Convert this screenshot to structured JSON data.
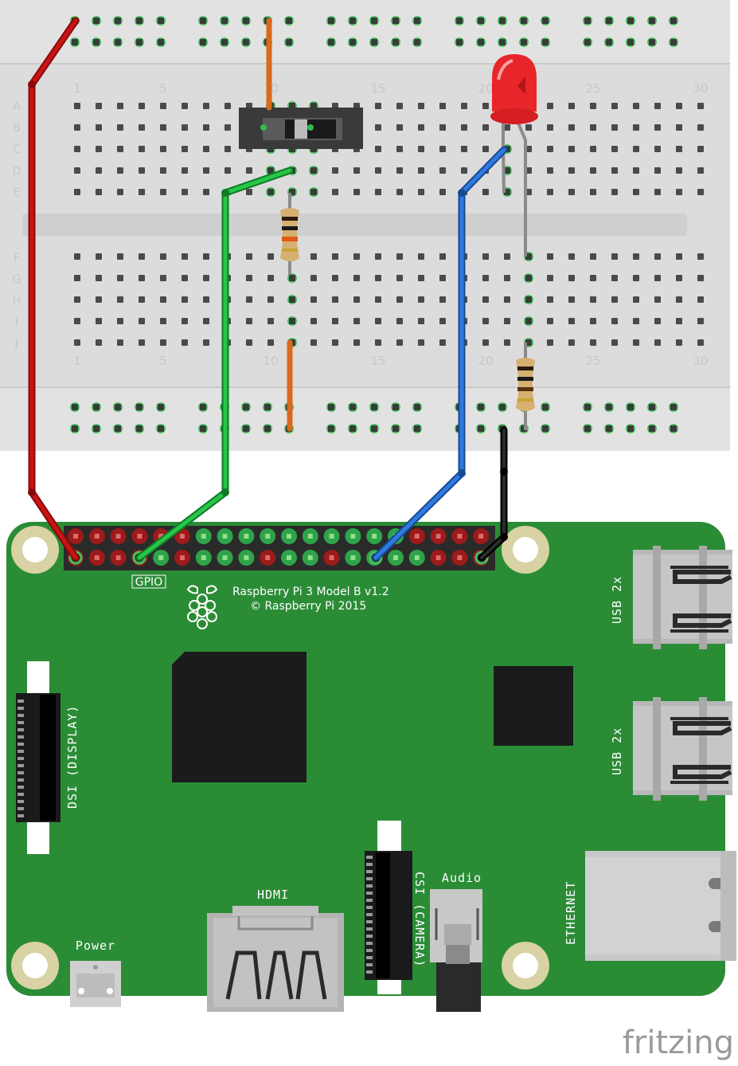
{
  "breadboard": {
    "column_numbers_top": [
      "1",
      "5",
      "10",
      "15",
      "20",
      "25",
      "30"
    ],
    "column_numbers_bottom": [
      "1",
      "5",
      "10",
      "15",
      "20",
      "25",
      "30"
    ],
    "row_letters_top": [
      "A",
      "B",
      "C",
      "D",
      "E"
    ],
    "row_letters_bottom": [
      "F",
      "G",
      "H",
      "I",
      "J"
    ]
  },
  "pi": {
    "gpio_label": "GPIO",
    "model": "Raspberry Pi 3 Model B v1.2",
    "copyright": "© Raspberry Pi 2015",
    "dsi_label": "DSI (DISPLAY)",
    "usb_label_1": "USB 2x",
    "usb_label_2": "USB 2x",
    "ethernet_label": "ETHERNET",
    "hdmi_label": "HDMI",
    "csi_label": "CSI (CAMERA)",
    "audio_label": "Audio",
    "power_label": "Power"
  },
  "wire_colors": {
    "red": "#b31010",
    "green": "#1fae3c",
    "blue": "#2a6fd1",
    "black": "#1a1a1a",
    "orange": "#d9691c"
  },
  "board_color": "#2b8c36",
  "watermark": "fritzing"
}
